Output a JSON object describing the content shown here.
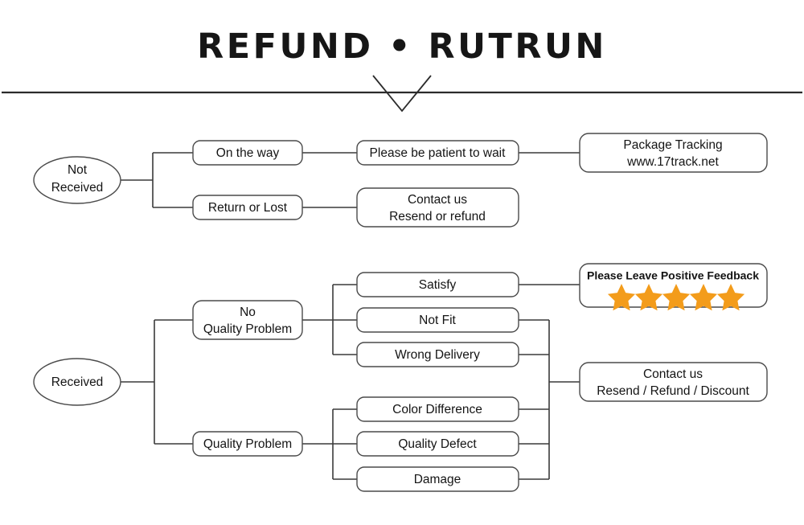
{
  "page": {
    "title": "REFUND • RUTRUN",
    "background_color": "#ffffff",
    "line_color": "#3a3a3a",
    "text_color": "#141414",
    "star_color": "#f39c1b"
  },
  "header": {
    "title": "REFUND • RUTRUN",
    "divider": "horizontal-rule",
    "chevron": "down-chevron-marker"
  },
  "chart_data": {
    "type": "diagram",
    "title": "REFUND • RUTRUN",
    "subtype": "flowchart-tree",
    "orientation": "left-to-right",
    "roots": [
      {
        "id": "not-received",
        "label": "Not\nReceived",
        "shape": "ellipse",
        "children": [
          {
            "id": "on-the-way",
            "label": "On the way",
            "shape": "rounded-box",
            "children": [
              {
                "id": "please-be-patient",
                "label": "Please be patient to wait",
                "shape": "rounded-box",
                "children": [
                  {
                    "id": "package-tracking",
                    "label": "Package Tracking\nwww.17track.net",
                    "shape": "rounded-box",
                    "children": []
                  }
                ]
              }
            ]
          },
          {
            "id": "return-or-lost",
            "label": "Return or Lost",
            "shape": "rounded-box",
            "children": [
              {
                "id": "contact-us-resend-refund",
                "label": "Contact us\nResend or refund",
                "shape": "rounded-box",
                "children": []
              }
            ]
          }
        ]
      },
      {
        "id": "received",
        "label": "Received",
        "shape": "ellipse",
        "children": [
          {
            "id": "no-quality-problem",
            "label": "No\nQuality Problem",
            "shape": "rounded-box",
            "children": [
              {
                "id": "satisfy",
                "label": "Satisfy",
                "shape": "rounded-box",
                "children": []
              },
              {
                "id": "not-fit",
                "label": "Not Fit",
                "shape": "rounded-box",
                "children": []
              },
              {
                "id": "wrong-delivery",
                "label": "Wrong Delivery",
                "shape": "rounded-box",
                "children": []
              }
            ]
          },
          {
            "id": "quality-problem",
            "label": "Quality Problem",
            "shape": "rounded-box",
            "children": [
              {
                "id": "color-difference",
                "label": "Color Difference",
                "shape": "rounded-box",
                "children": []
              },
              {
                "id": "quality-defect",
                "label": "Quality Defect",
                "shape": "rounded-box",
                "children": []
              },
              {
                "id": "damage",
                "label": "Damage",
                "shape": "rounded-box",
                "children": []
              }
            ]
          }
        ]
      }
    ],
    "outcomes": [
      {
        "id": "positive-feedback",
        "label": "Please Leave Positive Feedback",
        "shape": "rounded-box",
        "rating_stars": 5,
        "star_color": "#f39c1b",
        "from": [
          "satisfy"
        ]
      },
      {
        "id": "contact-us-resend-refund-discount",
        "label": "Contact us\nResend / Refund / Discount",
        "shape": "rounded-box",
        "from": [
          "not-fit",
          "wrong-delivery",
          "color-difference",
          "quality-defect",
          "damage"
        ]
      }
    ]
  },
  "nodes": {
    "not_received_line1": "Not",
    "not_received_line2": "Received",
    "on_the_way": "On the way",
    "return_or_lost": "Return or Lost",
    "please_be_patient": "Please be patient to wait",
    "package_tracking_line1": "Package Tracking",
    "package_tracking_line2": "www.17track.net",
    "contact_us_line1": "Contact us",
    "contact_us_line2": "Resend or refund",
    "received": "Received",
    "no_quality_problem_line1": "No",
    "no_quality_problem_line2": "Quality Problem",
    "quality_problem": "Quality Problem",
    "satisfy": "Satisfy",
    "not_fit": "Not Fit",
    "wrong_delivery": "Wrong Delivery",
    "color_difference": "Color Difference",
    "quality_defect": "Quality Defect",
    "damage": "Damage",
    "feedback_label": "Please Leave Positive Feedback",
    "contact_discount_line1": "Contact us",
    "contact_discount_line2": "Resend / Refund / Discount"
  },
  "rating": {
    "stars": 5,
    "star_glyph": "star-icon",
    "color": "#f39c1b"
  }
}
